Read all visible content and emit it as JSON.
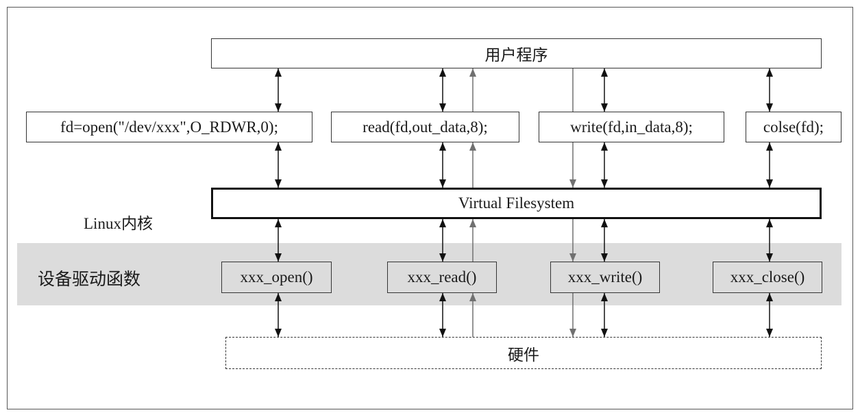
{
  "user_program": "用户程序",
  "syscalls": [
    "fd=open(\"/dev/xxx\",O_RDWR,0);",
    "read(fd,out_data,8);",
    "write(fd,in_data,8);",
    "colse(fd);"
  ],
  "vfs": "Virtual Filesystem",
  "kernel_label": "Linux内核",
  "driver_label": "设备驱动函数",
  "drivers": [
    "xxx_open()",
    "xxx_read()",
    "xxx_write()",
    "xxx_close()"
  ],
  "hardware": "硬件"
}
